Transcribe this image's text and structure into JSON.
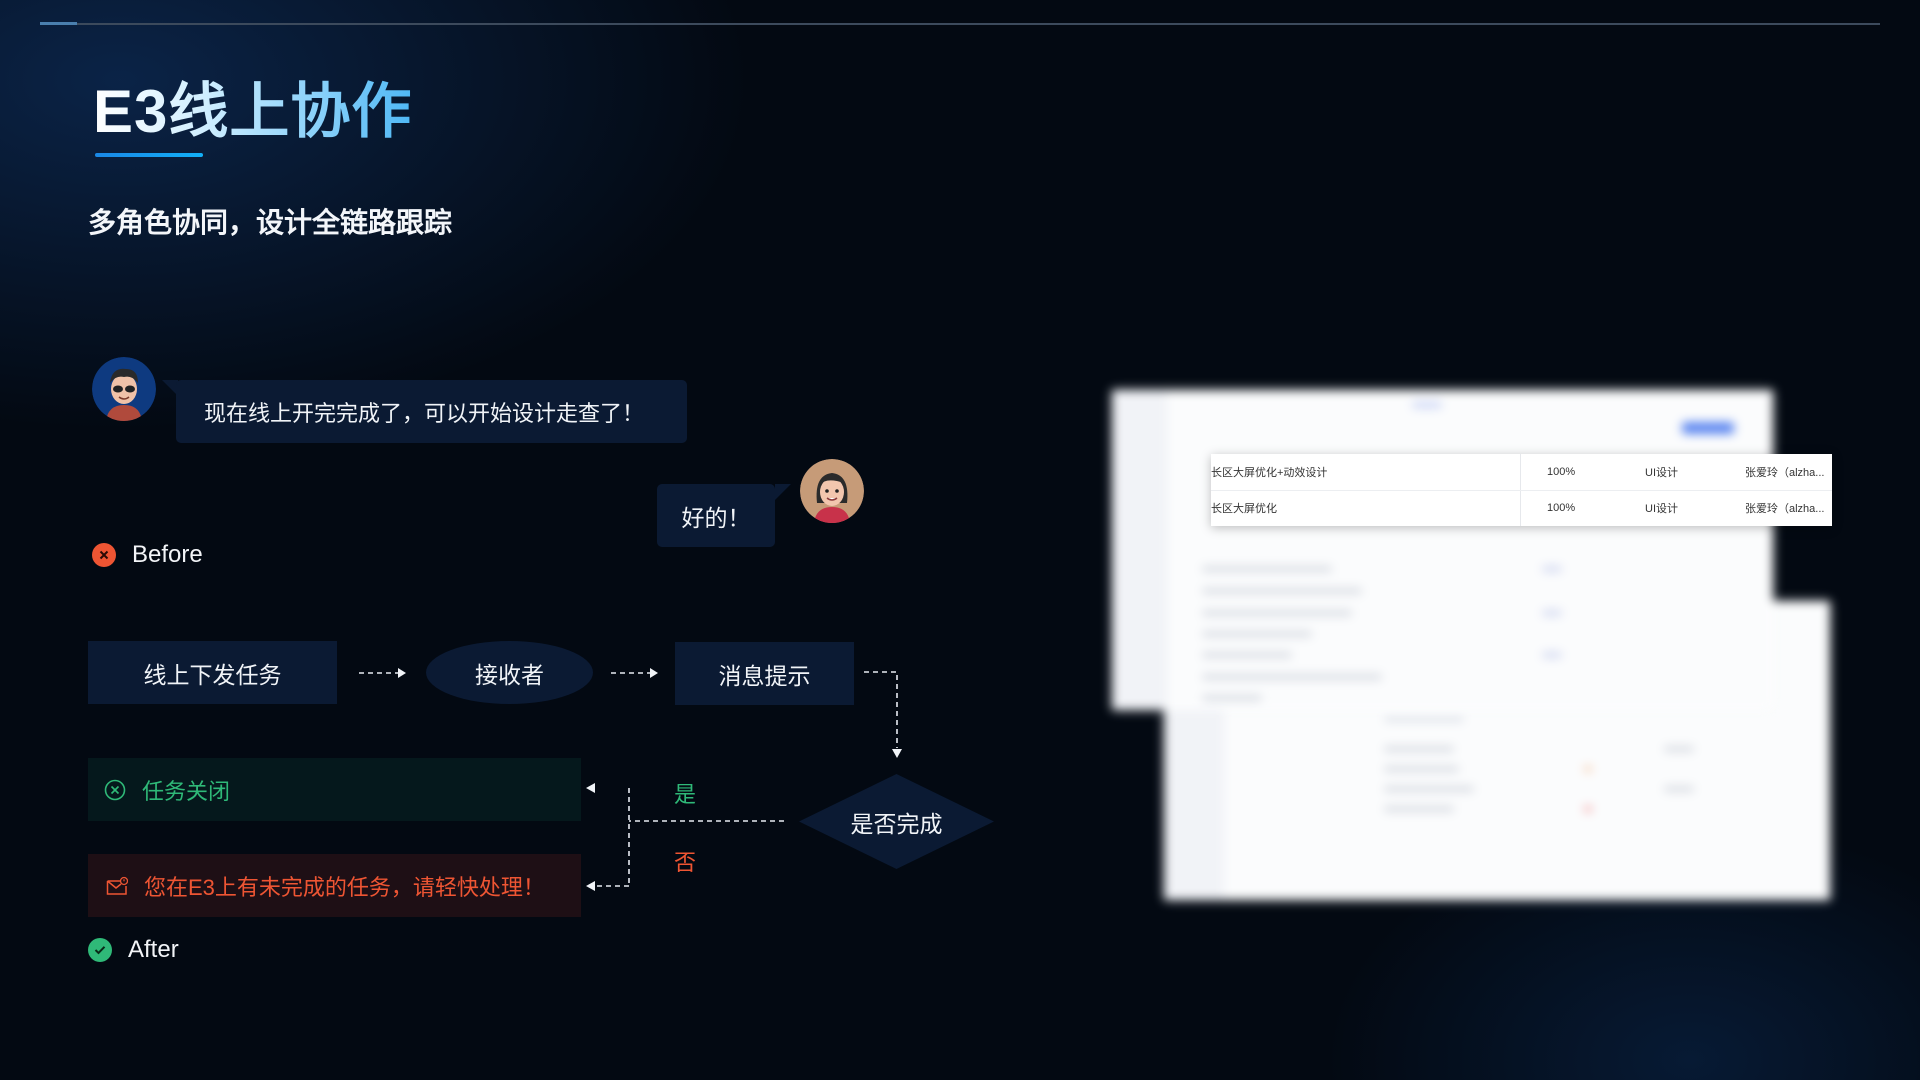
{
  "header": {
    "title": "E3线上协作",
    "subtitle": "多角色协同，设计全链路跟踪"
  },
  "chat": {
    "messages": [
      {
        "sender": "designer-avatar",
        "text": "现在线上开完完成了，可以开始设计走查了！"
      },
      {
        "sender": "receiver-avatar",
        "text": "好的！"
      }
    ]
  },
  "before": {
    "label": "Before",
    "icon": "close-circle-icon",
    "color": "#ee5533"
  },
  "flow": {
    "nodes": [
      {
        "id": "dispatch",
        "label": "线上下发任务",
        "shape": "rect"
      },
      {
        "id": "receiver",
        "label": "接收者",
        "shape": "ellipse"
      },
      {
        "id": "notify",
        "label": "消息提示",
        "shape": "rect"
      },
      {
        "id": "decision",
        "label": "是否完成",
        "shape": "diamond"
      }
    ],
    "branches": {
      "yes": "是",
      "no": "否"
    },
    "results": {
      "closed": {
        "label": "任务关闭",
        "icon": "close-circle-outline-icon",
        "color": "#2fb978"
      },
      "reminder": {
        "label": "您在E3上有未完成的任务，请轻快处理！",
        "icon": "mail-alert-icon",
        "color": "#ee5533"
      }
    }
  },
  "after": {
    "label": "After",
    "icon": "check-circle-icon",
    "color": "#2fb978"
  },
  "screenshot": {
    "highlight_rows": [
      {
        "task": "长区大屏优化+动效设计",
        "progress": "100%",
        "type": "UI设计",
        "owner": "张爱玲（alzha..."
      },
      {
        "task": "长区大屏优化",
        "progress": "100%",
        "type": "UI设计",
        "owner": "张爱玲（alzha..."
      }
    ]
  },
  "colors": {
    "background": "#030912",
    "node_fill": "#0b1a33",
    "accent_blue": "#1a88e6",
    "success": "#2fb978",
    "danger": "#ee5533"
  }
}
